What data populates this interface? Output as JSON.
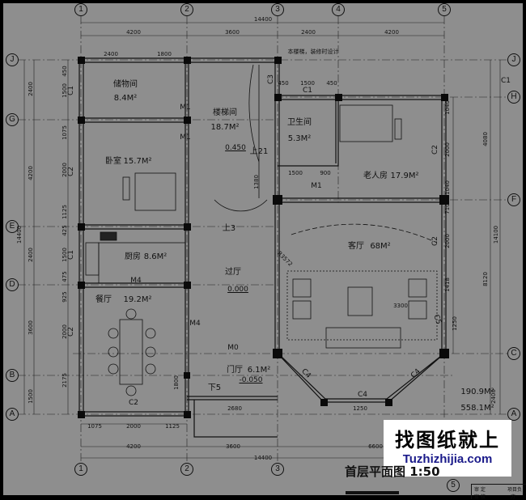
{
  "axes": {
    "top": [
      "1",
      "2",
      "3",
      "4",
      "5"
    ],
    "bottom": [
      "1",
      "2",
      "3",
      "5"
    ],
    "left": [
      "J",
      "G",
      "E",
      "D",
      "B",
      "A"
    ],
    "right": [
      "J",
      "H",
      "F",
      "C",
      "A"
    ]
  },
  "dims": [
    "14400",
    "4200",
    "3600",
    "2400",
    "4200",
    "2400",
    "1800",
    "2400",
    "4200",
    "14400",
    "2400",
    "3600",
    "1500",
    "450",
    "1500",
    "1075",
    "2000",
    "1125",
    "425",
    "1500",
    "475",
    "925",
    "2000",
    "2175",
    "1500",
    "450",
    "450",
    "1500",
    "900",
    "1380",
    "3300",
    "R3572",
    "1040",
    "2000",
    "1040",
    "710",
    "2000",
    "1418",
    "4080",
    "14100",
    "8120",
    "2400",
    "1250",
    "1250",
    "1800",
    "2680",
    "1075",
    "2000",
    "1125",
    "4200",
    "3600",
    "6600",
    "14400"
  ],
  "note": "本楼梯，装修时设计",
  "rooms": [
    {
      "name": "储物间",
      "area": "8.4M²"
    },
    {
      "name": "楼梯间",
      "area": "18.7M²"
    },
    {
      "name": "卫生间",
      "area": "5.3M²"
    },
    {
      "name": "卧室",
      "area": "15.7M²"
    },
    {
      "name": "老人房",
      "area": "17.9M²"
    },
    {
      "name": "厨房",
      "area": "8.6M²"
    },
    {
      "name": "过厅",
      "area": ""
    },
    {
      "name": "客厅",
      "area": "68M²"
    },
    {
      "name": "餐厅",
      "area": "19.2M²"
    },
    {
      "name": "门厅",
      "area": "6.1M²"
    }
  ],
  "windows": [
    "C1",
    "C2",
    "C1",
    "C2",
    "C2",
    "C3",
    "C1",
    "C1",
    "C2",
    "C2",
    "C5",
    "C4",
    "C4",
    "C4"
  ],
  "doors": [
    "M1",
    "M1",
    "M1",
    "M4",
    "M4",
    "M0"
  ],
  "levels": [
    "0.450",
    "0.000",
    "-0.050"
  ],
  "stairs": [
    "上21",
    "上3",
    "下5"
  ],
  "areas": {
    "floor": "190.9M²",
    "total": "558.1M²"
  },
  "title": "首层平面图  1:50",
  "watermark": {
    "cn": "找图纸就上",
    "url": "Tuzhizhijia.com"
  },
  "titleblock": [
    "审 定",
    "审 核",
    "项目负",
    "方"
  ]
}
